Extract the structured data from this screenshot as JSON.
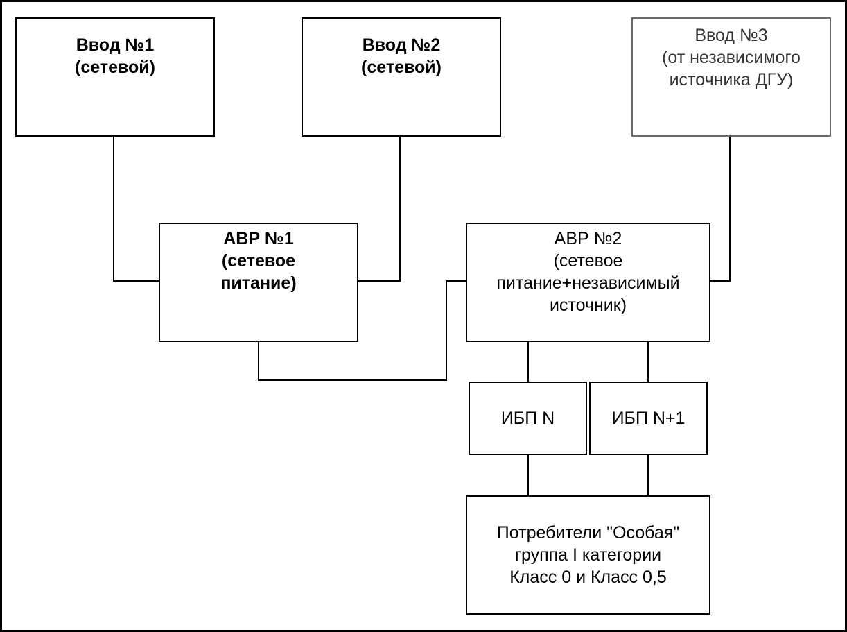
{
  "input1": {
    "line1": "Ввод №1",
    "line2": "(сетевой)"
  },
  "input2": {
    "line1": "Ввод №2",
    "line2": "(сетевой)"
  },
  "input3": {
    "line1": "Ввод №3",
    "line2": "(от независимого",
    "line3": "источника ДГУ)"
  },
  "avr1": {
    "line1": "АВР №1",
    "line2": "(сетевое",
    "line3": "питание)"
  },
  "avr2": {
    "line1": "АВР №2",
    "line2": "(сетевое",
    "line3": "питание+независимый",
    "line4": "источник)"
  },
  "ups1": {
    "label": "ИБП N"
  },
  "ups2": {
    "label": "ИБП N+1"
  },
  "consumers": {
    "line1": "Потребители \"Особая\"",
    "line2": "группа I категории",
    "line3": "Класс 0 и Класс 0,5"
  }
}
